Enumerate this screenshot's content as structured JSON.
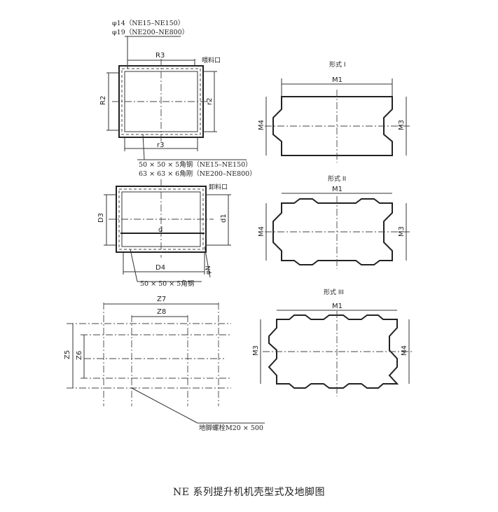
{
  "caption": "NE 系列提升机机壳型式及地脚图",
  "top_plan": {
    "phi14": "φ14（NE15–NE150）",
    "phi19": "φ19（NE200–NE800）",
    "R3": "R3",
    "R2": "R2",
    "r2": "r2",
    "r3": "r3",
    "inlet": "喂料口",
    "angle1": "50 × 50 × 5角钢（NE15–NE150）",
    "angle2": "63 × 63 × 6角刚（NE200–NE800）"
  },
  "bottom_plan": {
    "outlet": "卸料口",
    "D3": "D3",
    "d1": "d1",
    "d": "d",
    "D4": "D4",
    "phiN": "φN",
    "angle": "50 × 50 × 5角钢"
  },
  "foundation": {
    "Z7": "Z7",
    "Z8": "Z8",
    "Z5": "Z5",
    "Z6": "Z6",
    "bolt": "地脚螺栓M20 × 500"
  },
  "forms": [
    {
      "title": "形式 I",
      "M1": "M1",
      "left": "M4",
      "right": "M3"
    },
    {
      "title": "形式 II",
      "M1": "M1",
      "left": "M4",
      "right": "M3"
    },
    {
      "title": "形式 III",
      "M1": "M1",
      "left": "M3",
      "right": "M4"
    }
  ]
}
